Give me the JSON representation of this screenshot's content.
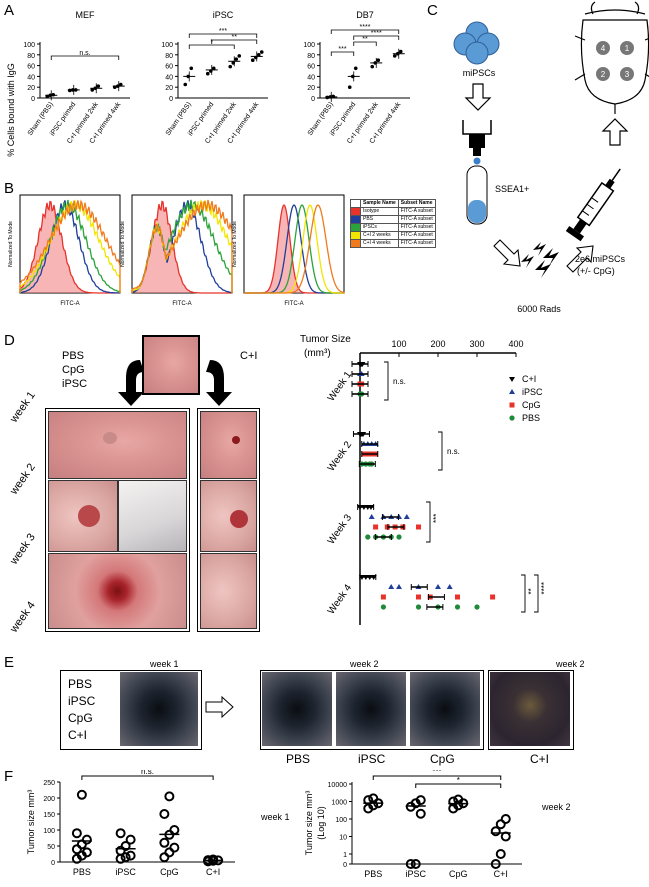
{
  "panels": {
    "A": "A",
    "B": "B",
    "C": "C",
    "D": "D",
    "E": "E",
    "F": "F"
  },
  "panelA": {
    "ylabel": "% Cells bound with IgG",
    "yticks": [
      "0",
      "20",
      "40",
      "60",
      "80",
      "100"
    ],
    "categories": [
      "Sham (PBS)",
      "iPSC primed",
      "C+I primed 2wk",
      "C+I primed 4wk"
    ],
    "charts": [
      {
        "title": "MEF",
        "sig": [
          "n.s."
        ]
      },
      {
        "title": "iPSC",
        "sig": [
          "***",
          "*",
          "**"
        ]
      },
      {
        "title": "DB7",
        "sig": [
          "****",
          "***",
          "**",
          "****"
        ]
      }
    ]
  },
  "panelB": {
    "xlabel": "FITC-A",
    "ylabel": "Normalized To Mode",
    "legend_headers": [
      "Sample Name",
      "Subset Name"
    ],
    "legend_rows": [
      {
        "name": "Isotype",
        "subset": "FITC-A subset",
        "color": "#e8322c"
      },
      {
        "name": "PBS",
        "subset": "FITC-A subset",
        "color": "#1f3f9a"
      },
      {
        "name": "iPSCs",
        "subset": "FITC-A subset",
        "color": "#2aa33a"
      },
      {
        "name": "C+I 2 weeks",
        "subset": "FITC-A subset",
        "color": "#f2e500"
      },
      {
        "name": "C+I 4 weeks",
        "subset": "FITC-A subset",
        "color": "#f07a1c"
      }
    ]
  },
  "panelC": {
    "mipscs": "miPSCs",
    "ssea": "SSEA1+",
    "rads": "6000 Rads",
    "dose": "2e6 miPSCs",
    "dose2": "(+/- CpG)",
    "sites": [
      "4",
      "1",
      "2",
      "3"
    ]
  },
  "panelD": {
    "left_group": [
      "PBS",
      "CpG",
      "iPSC"
    ],
    "right_group": "C+I",
    "weeks": [
      "week 1",
      "week 2",
      "week 3",
      "week 4"
    ],
    "tumor_axis_label": "Tumor Size",
    "tumor_axis_unit": "(mm³)",
    "xticks": [
      "100",
      "200",
      "300",
      "400"
    ],
    "row_labels": [
      "Week 1",
      "Week 2",
      "Week 3",
      "Week 4"
    ],
    "sig": [
      "n.s.",
      "n.s.",
      "***",
      "**",
      "****"
    ],
    "legend": [
      {
        "label": "C+I",
        "color": "#000000",
        "shape": "tri-down"
      },
      {
        "label": "iPSC",
        "color": "#1f3f9a",
        "shape": "tri-up"
      },
      {
        "label": "CpG",
        "color": "#e8322c",
        "shape": "square"
      },
      {
        "label": "PBS",
        "color": "#1f8a3a",
        "shape": "circle"
      }
    ]
  },
  "panelE": {
    "week1_title": "week 1",
    "week1_groups": [
      "PBS",
      "iPSC",
      "CpG",
      "C+I"
    ],
    "week2_title": "week 2",
    "week2_title_b": "week 2",
    "week2_labels": [
      "PBS",
      "iPSC",
      "CpG"
    ],
    "week2_label_b": "C+I"
  },
  "chart_data": [
    {
      "type": "scatter",
      "title": "MEF",
      "ylabel": "% Cells bound with IgG",
      "ylim": [
        0,
        100
      ],
      "categories": [
        "Sham (PBS)",
        "iPSC primed",
        "C+I primed 2wk",
        "C+I primed 4wk"
      ],
      "series": [
        {
          "values": [
            [
              3,
              5,
              6
            ],
            [
              14,
              15,
              15
            ],
            [
              15,
              18,
              22
            ],
            [
              20,
              22,
              25
            ]
          ]
        }
      ],
      "means": [
        5,
        15,
        18,
        22
      ]
    },
    {
      "type": "scatter",
      "title": "iPSC",
      "ylabel": "% Cells bound with IgG",
      "ylim": [
        0,
        100
      ],
      "categories": [
        "Sham (PBS)",
        "iPSC primed",
        "C+I primed 2wk",
        "C+I primed 4wk"
      ],
      "series": [
        {
          "values": [
            [
              25,
              40,
              55
            ],
            [
              45,
              50,
              55
            ],
            [
              58,
              65,
              72,
              78
            ],
            [
              70,
              75,
              80,
              85
            ]
          ]
        }
      ],
      "means": [
        40,
        52,
        68,
        77
      ]
    },
    {
      "type": "scatter",
      "title": "DB7",
      "ylabel": "% Cells bound with IgG",
      "ylim": [
        0,
        100
      ],
      "categories": [
        "Sham (PBS)",
        "iPSC primed",
        "C+I primed 2wk",
        "C+I primed 4wk"
      ],
      "series": [
        {
          "values": [
            [
              1,
              2,
              3
            ],
            [
              20,
              40,
              55
            ],
            [
              58,
              65,
              70
            ],
            [
              78,
              82,
              86
            ]
          ]
        }
      ],
      "means": [
        2,
        40,
        65,
        82
      ]
    },
    {
      "type": "scatter",
      "title": "",
      "xlabel": "Tumor Size (mm³)",
      "xlim": [
        0,
        400
      ],
      "categories": [
        "Week 1",
        "Week 2",
        "Week 3",
        "Week 4"
      ],
      "series": [
        {
          "name": "C+I",
          "values": [
            [
              0,
              0,
              0,
              0
            ],
            [
              0,
              2,
              5,
              8
            ],
            [
              0,
              10,
              20,
              28
            ],
            [
              5,
              15,
              25,
              35
            ]
          ]
        },
        {
          "name": "iPSC",
          "values": [
            [
              0,
              0,
              0
            ],
            [
              10,
              20,
              30,
              40
            ],
            [
              30,
              60,
              80,
              100,
              120
            ],
            [
              80,
              100,
              150,
              200,
              230
            ]
          ]
        },
        {
          "name": "CpG",
          "values": [
            [
              0,
              0,
              0
            ],
            [
              10,
              20,
              30,
              40
            ],
            [
              40,
              70,
              90,
              110,
              150
            ],
            [
              60,
              150,
              180,
              250,
              340
            ]
          ]
        },
        {
          "name": "PBS",
          "values": [
            [
              0,
              0,
              0
            ],
            [
              5,
              15,
              25,
              30
            ],
            [
              20,
              40,
              60,
              80,
              100
            ],
            [
              60,
              150,
              200,
              250,
              300
            ]
          ]
        }
      ]
    },
    {
      "type": "scatter",
      "title": "",
      "ylabel": "Tumor size mm³",
      "ylim": [
        0,
        250
      ],
      "categories": [
        "PBS",
        "iPSC",
        "CpG",
        "C+I"
      ],
      "yticks": [
        "0",
        "50",
        "100",
        "150",
        "200",
        "250"
      ],
      "note": "week 1",
      "sig": "n.s.",
      "series": [
        {
          "values": [
            [
              10,
              20,
              30,
              40,
              55,
              70,
              90,
              210
            ],
            [
              10,
              15,
              20,
              35,
              50,
              70,
              90
            ],
            [
              15,
              30,
              45,
              60,
              85,
              100,
              150,
              205
            ],
            [
              2,
              4,
              5,
              6,
              8
            ]
          ]
        }
      ]
    },
    {
      "type": "scatter",
      "title": "",
      "ylabel": "Tumor size mm³",
      "ylabel2": "(Log 10)",
      "categories": [
        "PBS",
        "iPSC",
        "CpG",
        "C+I"
      ],
      "yticks": [
        "0",
        "1",
        "10",
        "100",
        "1000",
        "10000"
      ],
      "note": "week 2",
      "sig": [
        "***",
        "*"
      ],
      "series": [
        {
          "values": [
            [
              400,
              600,
              800,
              1200,
              1500
            ],
            [
              0,
              0,
              200,
              500,
              800,
              1200
            ],
            [
              400,
              600,
              800,
              1000,
              1300
            ],
            [
              0,
              1,
              10,
              20,
              50,
              100
            ]
          ]
        }
      ]
    }
  ]
}
